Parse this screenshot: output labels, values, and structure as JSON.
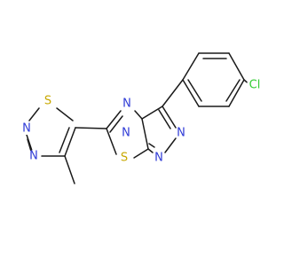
{
  "colors": {
    "background": "#ffffff",
    "bond": "#1a1a1a",
    "nitrogen": "#2f3bd6",
    "sulfur": "#c8a800",
    "chlorine": "#33cc33"
  },
  "atoms": [
    {
      "id": "a_n1",
      "label": "N",
      "element": "nitrogen"
    },
    {
      "id": "a_n2",
      "label": "N",
      "element": "nitrogen"
    },
    {
      "id": "a_s1",
      "label": "S",
      "element": "sulfur"
    },
    {
      "id": "a_n3",
      "label": "N",
      "element": "nitrogen"
    },
    {
      "id": "a_n4",
      "label": "N",
      "element": "nitrogen"
    },
    {
      "id": "a_n5",
      "label": "N",
      "element": "nitrogen"
    },
    {
      "id": "a_s2",
      "label": "S",
      "element": "sulfur"
    },
    {
      "id": "a_n6",
      "label": "N",
      "element": "nitrogen"
    },
    {
      "id": "a_cl",
      "label": "Cl",
      "element": "chlorine"
    }
  ]
}
